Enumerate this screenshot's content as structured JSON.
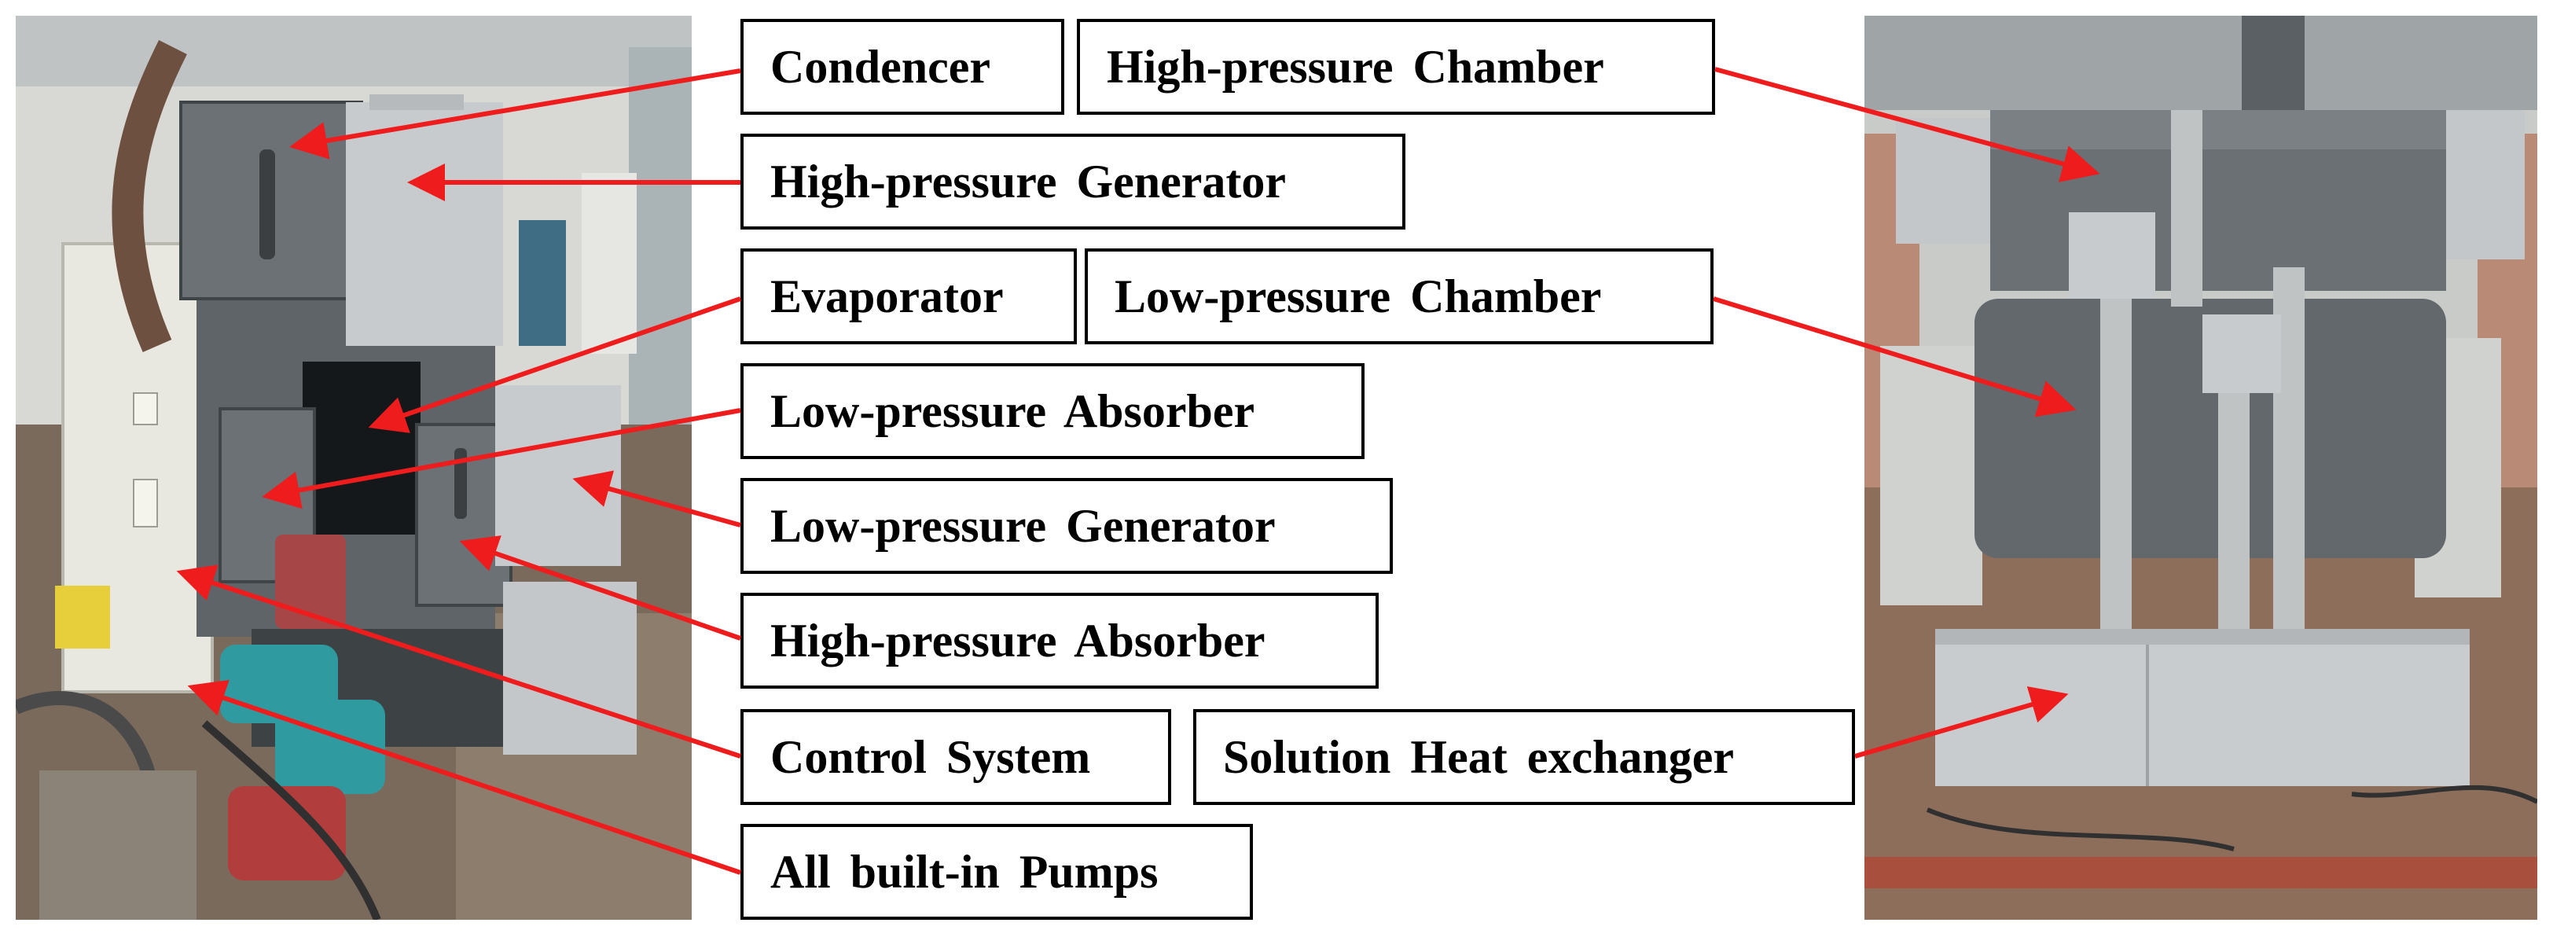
{
  "labels": {
    "condencer": "Condencer",
    "high_pressure_chamber": "High-pressure Chamber",
    "high_pressure_generator": "High-pressure Generator",
    "evaporator": "Evaporator",
    "low_pressure_chamber": "Low-pressure Chamber",
    "low_pressure_absorber": "Low-pressure Absorber",
    "low_pressure_generator": "Low-pressure Generator",
    "high_pressure_absorber": "High-pressure Absorber",
    "control_system": "Control System",
    "solution_heat_exchanger": "Solution Heat exchanger",
    "all_built_in_pumps": "All built-in Pumps"
  },
  "colors": {
    "arrow": "#ee1c1c",
    "box_border": "#000000",
    "panel_gray": "#5f6468",
    "sheet_metal": "#c7cbcd",
    "floor": "#7a6a5c"
  }
}
